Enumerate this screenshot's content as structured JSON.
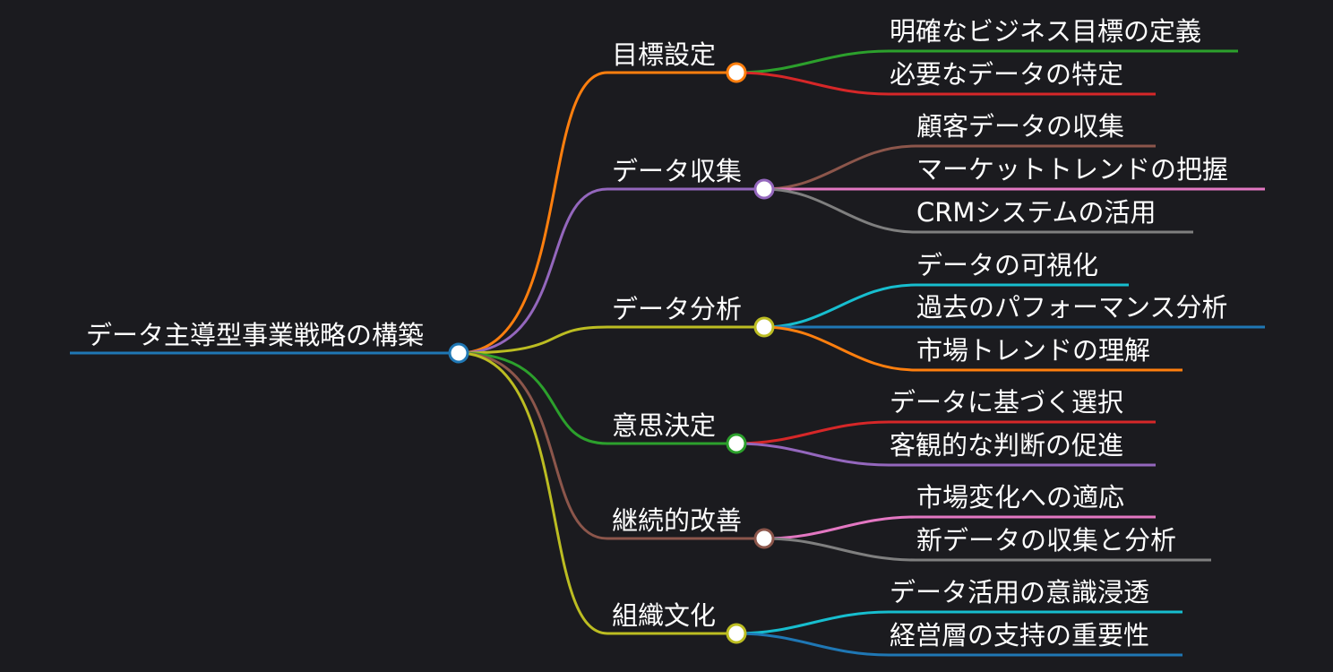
{
  "root": {
    "label": "データ主導型事業戦略の構築",
    "color": "#1f77b4"
  },
  "branches": [
    {
      "label": "目標設定",
      "color": "#ff7f0e",
      "children": [
        {
          "label": "明確なビジネス目標の定義",
          "color": "#2ca02c"
        },
        {
          "label": "必要なデータの特定",
          "color": "#d62728"
        }
      ]
    },
    {
      "label": "データ収集",
      "color": "#9467bd",
      "children": [
        {
          "label": "顧客データの収集",
          "color": "#8c564b"
        },
        {
          "label": "マーケットトレンドの把握",
          "color": "#e377c2"
        },
        {
          "label": "CRMシステムの活用",
          "color": "#7f7f7f"
        }
      ]
    },
    {
      "label": "データ分析",
      "color": "#bcbd22",
      "children": [
        {
          "label": "データの可視化",
          "color": "#17becf"
        },
        {
          "label": "過去のパフォーマンス分析",
          "color": "#1f77b4"
        },
        {
          "label": "市場トレンドの理解",
          "color": "#ff7f0e"
        }
      ]
    },
    {
      "label": "意思決定",
      "color": "#2ca02c",
      "children": [
        {
          "label": "データに基づく選択",
          "color": "#d62728"
        },
        {
          "label": "客観的な判断の促進",
          "color": "#9467bd"
        }
      ]
    },
    {
      "label": "継続的改善",
      "color": "#8c564b",
      "children": [
        {
          "label": "市場変化への適応",
          "color": "#e377c2"
        },
        {
          "label": "新データの収集と分析",
          "color": "#7f7f7f"
        }
      ]
    },
    {
      "label": "組織文化",
      "color": "#bcbd22",
      "children": [
        {
          "label": "データ活用の意識浸透",
          "color": "#17becf"
        },
        {
          "label": "経営層の支持の重要性",
          "color": "#1f77b4"
        }
      ]
    }
  ]
}
